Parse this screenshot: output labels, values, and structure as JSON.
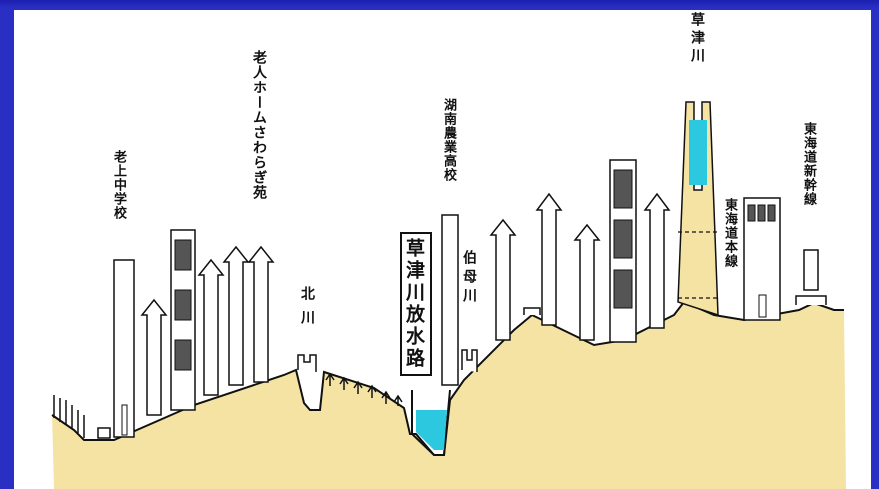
{
  "labels": {
    "oiue_school": "老上中学校",
    "nursing_home": "老人ホームさわらぎ苑",
    "kita_river": "北川",
    "konan_school": "湖南農業高校",
    "hakuma_river": "伯母川",
    "kusatsu_river": "草津川",
    "tokaido_line": "東海道本線",
    "shinkansen": "東海道新幹線"
  },
  "highlight": {
    "diversion_channel": "草津川放水路"
  },
  "colors": {
    "background": "#2a2fc4",
    "ground": "#f5e3a4",
    "water": "#2cc8e0",
    "line": "#111111"
  }
}
